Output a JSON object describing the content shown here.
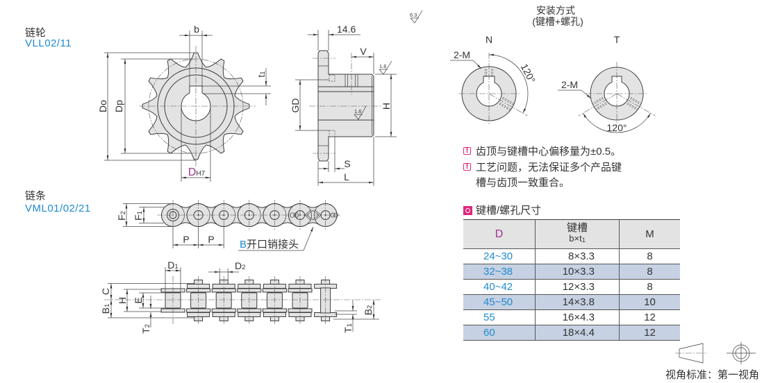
{
  "sprocket": {
    "name": "链轮",
    "model": "VLL02/11",
    "front_view": {
      "Do": "Do",
      "Dp": "Dp",
      "b": "b",
      "t1": {
        "base": "t",
        "sub": "1"
      },
      "bore": {
        "base": "D",
        "tolerance": "H7"
      }
    },
    "side_view": {
      "flange_width": "14.6",
      "V": "V",
      "GD": "GD",
      "H": "H",
      "S": "S",
      "L": "L"
    },
    "roughness": {
      "general": "6.3",
      "hub_end": "1.6",
      "bore": "1.6"
    }
  },
  "mounting": {
    "title": "安装方式",
    "subtitle": "(键槽+螺孔)",
    "types": [
      {
        "code": "N",
        "hole_label": "2-M",
        "angle": "120°"
      },
      {
        "code": "T",
        "hole_label": "2-M",
        "angle": "120°"
      }
    ]
  },
  "notes": [
    {
      "lines": [
        "齿顶与键槽中心偏移量为±0.5。"
      ]
    },
    {
      "lines": [
        "工艺问题，无法保证多个产品键",
        "槽与齿顶一致重合。"
      ]
    }
  ],
  "keyway_table": {
    "title": "键槽/螺孔尺寸",
    "headers": {
      "D": "D",
      "keyway": "键槽",
      "keyway_dims": {
        "base": "b×t",
        "sub": "1"
      },
      "M": "M"
    },
    "rows": [
      {
        "D": "24~30",
        "keyway": "8×3.3",
        "M": "8"
      },
      {
        "D": "32~38",
        "keyway": "10×3.3",
        "M": "8"
      },
      {
        "D": "40~42",
        "keyway": "12×3.3",
        "M": "8"
      },
      {
        "D": "45~50",
        "keyway": "14×3.8",
        "M": "10"
      },
      {
        "D": "55",
        "keyway": "16×4.3",
        "M": "12"
      },
      {
        "D": "60",
        "keyway": "18×4.4",
        "M": "12"
      }
    ]
  },
  "chain": {
    "name": "链条",
    "model": "VML01/02/21",
    "top_view": {
      "F2": {
        "base": "F",
        "sub": "2"
      },
      "F1": {
        "base": "F",
        "sub": "1"
      },
      "pitch": [
        "P",
        "P"
      ],
      "connector": {
        "prefix": "B",
        "label": "开口销接头"
      }
    },
    "side_view": {
      "D1": {
        "base": "D",
        "sub": "1"
      },
      "D2": {
        "base": "D",
        "sub": "2"
      },
      "C": "C",
      "B1": {
        "base": "B",
        "sub": "1"
      },
      "H": "H",
      "E": "E",
      "T2": {
        "base": "T",
        "sub": "2"
      },
      "T1": {
        "base": "T",
        "sub": "1"
      },
      "B2": {
        "base": "B",
        "sub": "2"
      }
    }
  },
  "projection": {
    "label": "视角标准：第一视角"
  },
  "colors": {
    "accent_blue": "#1f8ad0",
    "warning_magenta": "#e0267e",
    "header_purple": "#a0328c",
    "header_bg": "#e3e3e3",
    "row_alt_bg": "#c6d1e3",
    "part_fill": "#e3e3e3",
    "line": "#3c3c3c"
  }
}
